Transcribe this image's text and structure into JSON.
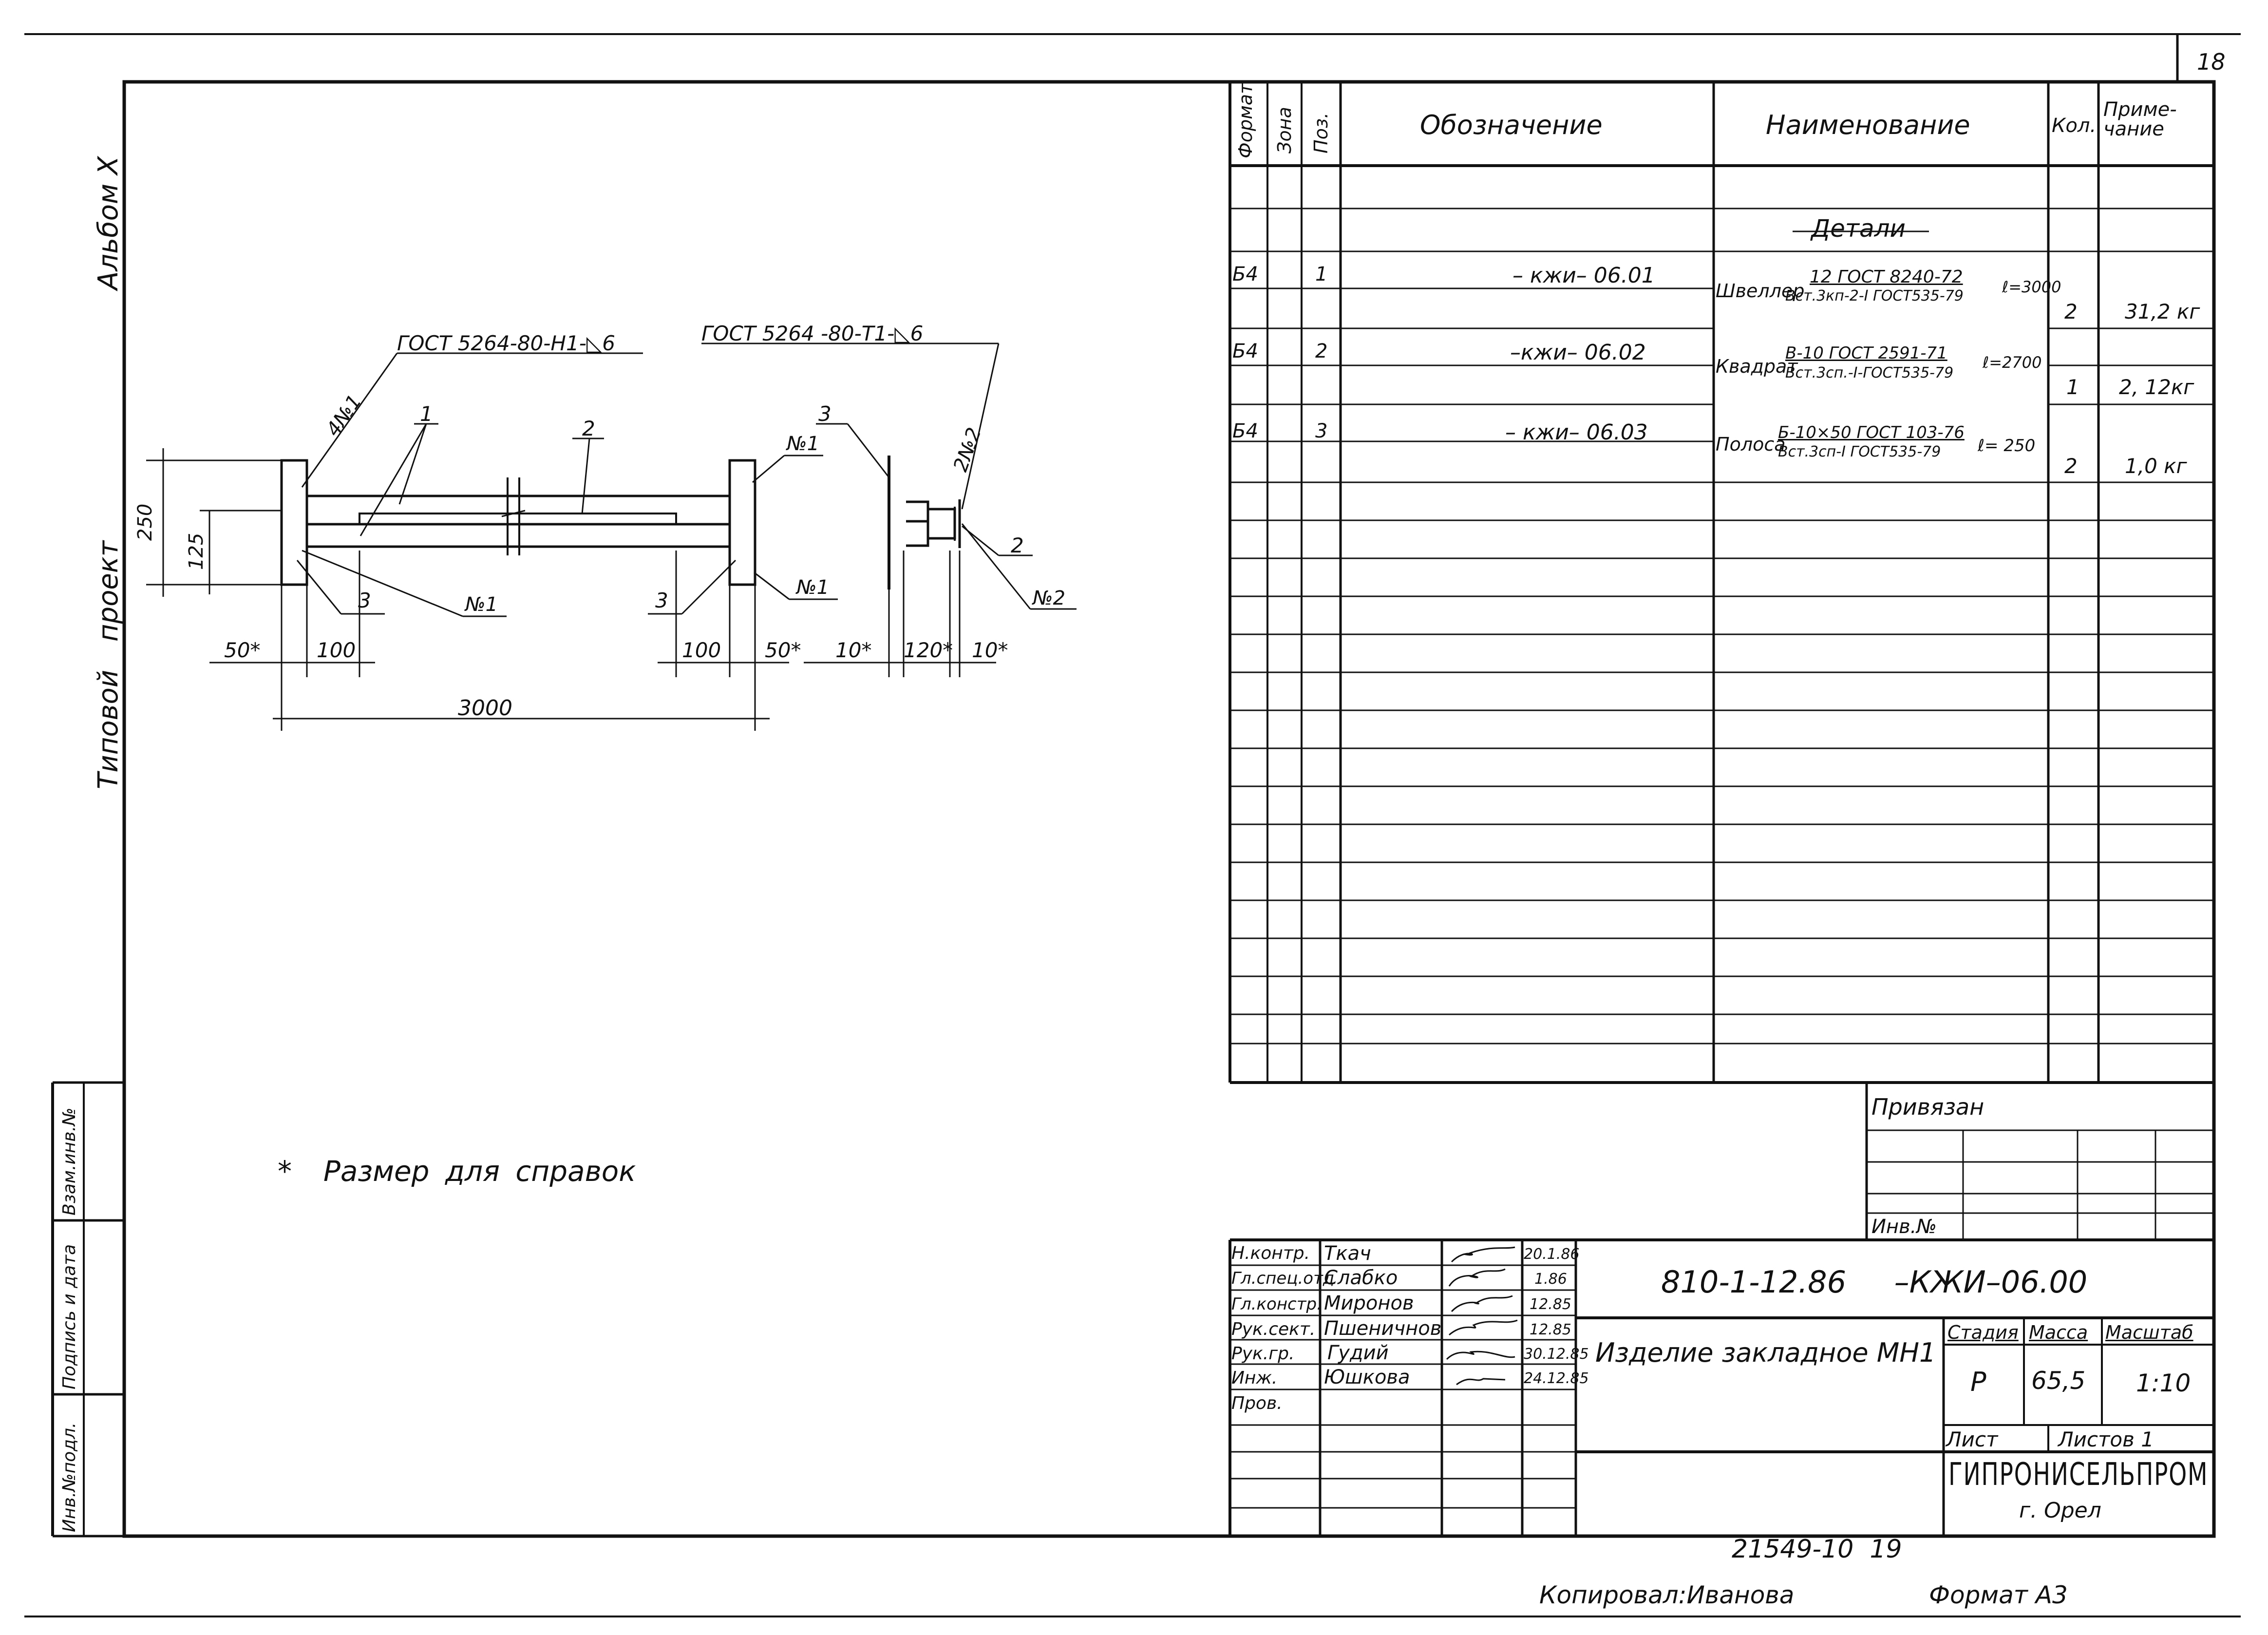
{
  "sheet": {
    "page_number": "18",
    "side_album": "Альбом X",
    "side_project": "Типовой проект",
    "side_stamp": [
      "Взам.инв.№",
      "Подпись и дата",
      "Инв.№подл."
    ],
    "footer_number": "21549-10  19",
    "copied_by": "Копировал:Иванова",
    "format": "Формат А3"
  },
  "drawing": {
    "weld_label_left": "ГОСТ 5264-80-Н1-◺6",
    "weld_label_right": "ГОСТ 5264 -80-Т1-◺6",
    "weld_marks": {
      "left": "4№1",
      "right": "2№2"
    },
    "positions": [
      "1",
      "2",
      "3",
      "3",
      "3",
      "2"
    ],
    "nodes": [
      "№1",
      "№1",
      "№1",
      "№2"
    ],
    "dims": {
      "h250": "250",
      "h125": "125",
      "d50a": "50*",
      "d100a": "100",
      "d100b": "100",
      "d50b": "50*",
      "d10a": "10*",
      "d120": "120*",
      "d10b": "10*",
      "total": "3000"
    },
    "note": "*  Размер для справок"
  },
  "spec": {
    "headers": {
      "format": "Формат",
      "zone": "Зона",
      "pos": "Поз.",
      "designation": "Обозначение",
      "name": "Наименование",
      "qty": "Кол.",
      "note": "Приме-чание"
    },
    "section": "Детали",
    "rows": [
      {
        "format": "Б4",
        "pos": "1",
        "designation": "– кжи– 06.01",
        "name_prefix": "Швеллер",
        "name_top": "12 ГОСТ 8240-72",
        "name_bottom": "Вст.3кп-2-I ГОСТ535-79",
        "name_suffix": "ℓ=3000",
        "qty": "2",
        "note": "31,2 кг"
      },
      {
        "format": "Б4",
        "pos": "2",
        "designation": "–кжи– 06.02",
        "name_prefix": "Квадрат",
        "name_top": "В-10 ГОСТ 2591-71",
        "name_bottom": "Вст.3сп.-I-ГОСТ535-79",
        "name_suffix": "ℓ=2700",
        "qty": "1",
        "note": "2, 12кг"
      },
      {
        "format": "Б4",
        "pos": "3",
        "designation": "– кжи– 06.03",
        "name_prefix": "Полоса",
        "name_top": "Б-10×50 ГОСТ 103-76",
        "name_bottom": "Вст.3сп-I ГОСТ535-79",
        "name_suffix": "ℓ= 250",
        "qty": "2",
        "note": "1,0 кг"
      }
    ]
  },
  "privyazan": {
    "label": "Привязан",
    "inv": "Инв.№"
  },
  "title_block": {
    "code": "810-1-12.86     –КЖИ–06.00",
    "item_name": "Изделие закладное МН1",
    "stage_label": "Стадия",
    "mass_label": "Масса",
    "scale_label": "Масштаб",
    "stage": "Р",
    "mass": "65,5",
    "scale": "1:10",
    "sheet_label": "Лист",
    "sheets_label": "Листов 1",
    "org": "ГИПРОНИСЕЛЬПРОМ",
    "city": "г. Орел",
    "signers": [
      {
        "role": "Н.контр.",
        "name": "Ткач",
        "date": "20.1.86"
      },
      {
        "role": "Гл.спец.отд",
        "name": "Слабко",
        "date": "1.86"
      },
      {
        "role": "Гл.констр.",
        "name": "Миронов",
        "date": "12.85"
      },
      {
        "role": "Рук.сект.",
        "name": "Пшеничнов",
        "date": "12.85"
      },
      {
        "role": "Рук.гр.",
        "name": "Гудий",
        "date": "30.12.85"
      },
      {
        "role": "Инж.",
        "name": "Юшкова",
        "date": "24.12.85"
      },
      {
        "role": "Пров.",
        "name": "",
        "date": ""
      }
    ]
  }
}
